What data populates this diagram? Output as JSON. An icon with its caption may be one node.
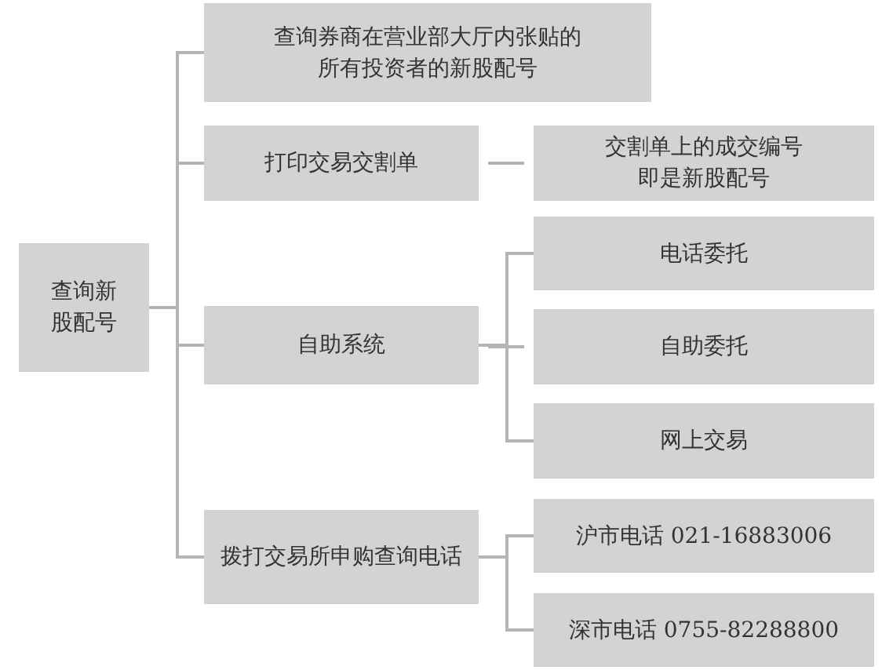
{
  "diagram": {
    "nodes": [
      {
        "text": [
          "查询新股配号"
        ]
      },
      {
        "text": [
          "查询券商在营业部大厅内张贴的所有投资者的新股配号"
        ]
      },
      {
        "text": [
          "打印交易交割单"
        ]
      },
      {
        "text": [
          "交割单上的成交编号即是新股配号"
        ]
      },
      {
        "text": [
          "自助系统"
        ]
      },
      {
        "text": [
          "电话委托"
        ]
      },
      {
        "text": [
          "自助委托"
        ]
      },
      {
        "text": [
          "网上交易"
        ]
      },
      {
        "text": [
          "拨打交易所申购查询电话"
        ]
      },
      {
        "text": [
          "沪市电话 021-16883006"
        ]
      },
      {
        "text": [
          "深市电话 0755-82288800"
        ]
      }
    ],
    "edges": [
      {
        "from": 0,
        "to": 1,
        "arrow": "none"
      },
      {
        "from": 0,
        "to": 2,
        "arrow": "none"
      },
      {
        "from": 0,
        "to": 4,
        "arrow": "none"
      },
      {
        "from": 0,
        "to": 8,
        "arrow": "none"
      },
      {
        "from": 2,
        "to": 3,
        "arrow": "none"
      },
      {
        "from": 4,
        "to": 5,
        "arrow": "none"
      },
      {
        "from": 4,
        "to": 6,
        "arrow": "none"
      },
      {
        "from": 4,
        "to": 7,
        "arrow": "none"
      },
      {
        "from": 8,
        "to": 9,
        "arrow": "none"
      },
      {
        "from": 8,
        "to": 10,
        "arrow": "none"
      }
    ]
  }
}
